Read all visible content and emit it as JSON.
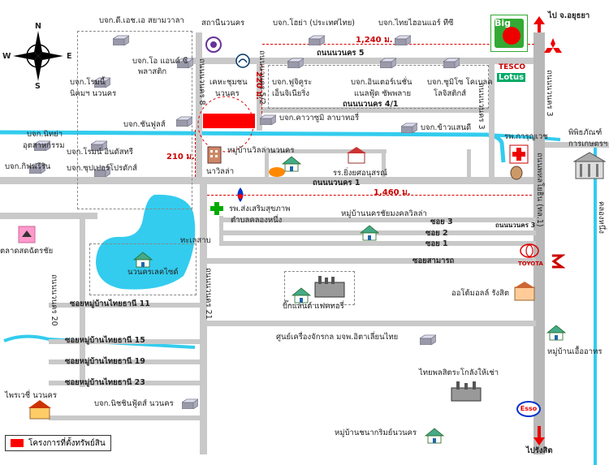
{
  "title": "",
  "compass": {
    "north": "N",
    "south": "S",
    "east": "E",
    "west": "W"
  },
  "roads": {
    "nawanakorn_5": "ถนนนวนคร 5",
    "nawanakorn_4_1": "ถนนนวนคร 4/1",
    "nawanakorn_1": "ถนนนวนคร 1",
    "nawanakorn_8": "ถนนนวนคร 8",
    "nawanakorn_5_2": "ถนนนวนคร 5/2",
    "nawanakorn_21": "ถนนนวนคร 21",
    "nawanakorn_20": "ถนนนวนคร 20",
    "nawanakorn_3": "ถนนนวนคร 3",
    "phahonyothin": "ถนนพหลโยธิน (ทล.1)",
    "soi_3": "ซอย 3",
    "soi_2": "ซอย 2",
    "soi_1": "ซอย 1",
    "soi_samakkhi": "ซอยสามารถ",
    "soi_thaithani_11": "ซอยหมู่บ้านไทยธานี 11",
    "soi_thaithani_15": "ซอยหมู่บ้านไทยธานี 15",
    "soi_thaithani_19": "ซอยหมู่บ้านไทยธานี 19",
    "soi_thaithani_23": "ซอยหมู่บ้านไทยธานี 23",
    "klong_nueng": "คลองหนึ่ง",
    "to_ayutthaya": "ไป จ.อยุธยา",
    "to_rangsit": "ไปรังสิต"
  },
  "distances": {
    "d1": "1,240 ม.",
    "d2": "220 ม.",
    "d3": "210 ม.",
    "d4": "1,460 ม."
  },
  "places": {
    "dh_siam_warla": "บจก.ดี.เอช.เอ สยามวาลา",
    "sathani_nawanakorn": "สถานีนวนคร",
    "hoya": "บจก.โฮย่า (ประเทศไทย)",
    "thai_hairsuk": "บจก.ไทยไฮอนแอร์ ทีซี",
    "o_and_c": "บจก.โอ แอนด์ ซี",
    "o_and_c_2": "พลาสติก",
    "romne": "บจก.โรมนี้",
    "romne_2": "นิคมฯ นวนคร",
    "khet_chumchon": "เคหะชุมชน",
    "khet_chumchon_2": "นวนคร",
    "fujikura": "บจก.ฟูจิคูระ",
    "fujikura_2": "เอ็นจิเนียริ่ง",
    "international": "บจก.อินเตอร์เนชั่น",
    "international_2": "แนลฟู้ด ซัพพลาย",
    "sumiko": "บจก.ซูมิโซ โคเบลค",
    "sumiko_2": "โลจิสติกส์",
    "chanful": "บจก.ชันฟูลส์",
    "kawasumi": "บจก.คาวาซูมิ ลาบาทอรี่",
    "khao_saen_di": "บจก.ข้าวแสนดี",
    "rp_karunyavet": "รพ.การุญเวช",
    "phiphitthaphan": "พิพิธภัณฑ์",
    "phiphitthaphan_2": "การเกษตรฯ",
    "nithiya": "บจก.นิทย่า",
    "nithiya_2": "อุตสาหกรรม",
    "romne_industry": "บจก.โรมน์ อินดัสทรี",
    "kiifreerin": "บจก.กิฟฟรีริน",
    "super_product": "บจก.ซุปเปอร์โปรดักส์",
    "nawawilla": "นาวิลล่า",
    "mu_nawilla": "หมู่บ้านวิลล่านวนคร",
    "school": "รร.ยิ่งยศอนุสรณ์",
    "market": "ตลาดสดฉัตรชัย",
    "lake": "ทะเลสาบ",
    "nawanakorn_lakeside": "นวนครเลคไซด์",
    "rp_songsoem": "รพ.ส่งเสริมสุขภาพ",
    "rp_songsoem_2": "ตำบลคลองหนึ่ง",
    "mu_nawanakorn_villa": "หมู่บ้านนครชัยมงคลวิลล่า",
    "big_land": "บิ๊กแลนด์ แฟคทอรี่",
    "auto_mall": "ออโต้มอลล์ รังสิต",
    "machinery_center": "ศูนย์เครื่องจักรกล มจพ.อิตาเลี่ยนไทย",
    "mu_ua_athon": "หมู่บ้านเอื้ออาทร",
    "thai_plastic": "ไทยพลสิตระโกลังให้เช่า",
    "pairoj": "ไพรเวชี่ นวนคร",
    "nishin": "บจก.นิชชินฟู้ดส์ นวนคร",
    "mu_chanakrit": "หมู่บ้านชนากริมย์นวนคร"
  },
  "brands": {
    "big_c": "Big",
    "tesco": "TESCO",
    "lotus": "Lotus",
    "toyota": "TOYOTA",
    "esso": "Esso",
    "suzuki": "SUZUKI",
    "mitsubishi": "MITSUBISHI"
  },
  "legend": {
    "label": "โครงการที่ตั้งทรัพย์สิน",
    "color": "#ff0000"
  },
  "colors": {
    "road": "#c9c9c9",
    "canal": "#33ccee",
    "lake": "#33ccee",
    "dimension": "#dd0000",
    "site": "#ff0000"
  }
}
